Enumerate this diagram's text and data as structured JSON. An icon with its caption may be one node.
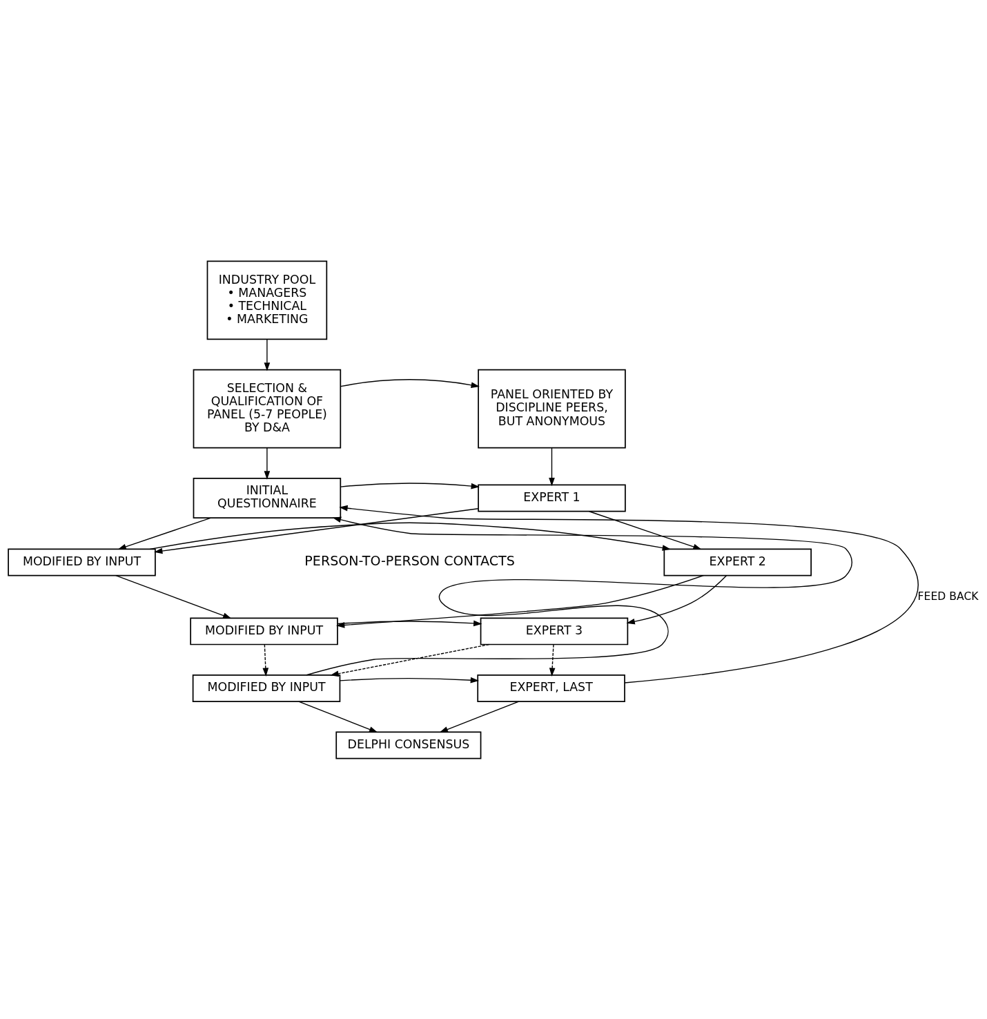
{
  "diagram": {
    "nodes": [
      {
        "text": [
          "INDUSTRY POOL",
          "• MANAGERS",
          "• TECHNICAL",
          "• MARKETING"
        ]
      },
      {
        "text": [
          "SELECTION & QUALIFICATION OF PANEL (5-7 PEOPLE) BY D&A"
        ]
      },
      {
        "text": [
          "PANEL ORIENTED BY DISCIPLINE PEERS, BUT ANONYMOUS"
        ]
      },
      {
        "text": [
          "INITIAL QUESTIONNAIRE"
        ]
      },
      {
        "text": [
          "MODIFIED BY INPUT"
        ]
      },
      {
        "text": [
          "MODIFIED BY INPUT"
        ]
      },
      {
        "text": [
          "MODIFIED BY INPUT"
        ]
      },
      {
        "text": [
          "EXPERT 1"
        ]
      },
      {
        "text": [
          "EXPERT 2"
        ]
      },
      {
        "text": [
          "EXPERT 3"
        ]
      },
      {
        "text": [
          "EXPERT, LAST"
        ]
      },
      {
        "text": [
          "DELPHI CONSENSUS"
        ]
      }
    ],
    "edges": [
      {
        "from": 0,
        "to": 1,
        "arrow": "to"
      },
      {
        "from": 1,
        "to": 2,
        "arrow": "to"
      },
      {
        "from": 1,
        "to": 3,
        "arrow": "to"
      },
      {
        "from": 2,
        "to": 7,
        "arrow": "to"
      },
      {
        "from": 3,
        "to": 7,
        "arrow": "to"
      },
      {
        "from": 7,
        "to": 4,
        "arrow": "to"
      },
      {
        "from": 3,
        "to": 4,
        "arrow": "to"
      },
      {
        "from": 7,
        "to": 8,
        "arrow": "to"
      },
      {
        "from": 4,
        "to": 8,
        "arrow": "to"
      },
      {
        "from": 8,
        "to": 5,
        "arrow": "to"
      },
      {
        "from": 4,
        "to": 5,
        "arrow": "to"
      },
      {
        "from": 8,
        "to": 9,
        "arrow": "to"
      },
      {
        "from": 5,
        "to": 9,
        "arrow": "to"
      },
      {
        "from": 9,
        "to": 6,
        "arrow": "to",
        "style": "dashed"
      },
      {
        "from": 5,
        "to": 6,
        "arrow": "to",
        "style": "dashed"
      },
      {
        "from": 9,
        "to": 10,
        "arrow": "to",
        "style": "dashed"
      },
      {
        "from": 6,
        "to": 10,
        "arrow": "to"
      },
      {
        "from": 10,
        "to": 3,
        "arrow": "to",
        "label": "FEED BACK"
      },
      {
        "from": 6,
        "to": 3,
        "arrow": "to"
      },
      {
        "from": 6,
        "to": 11,
        "arrow": "to"
      },
      {
        "from": 10,
        "to": 11,
        "arrow": "to"
      }
    ],
    "labels": [
      "PERSON-TO-PERSON CONTACTS"
    ]
  }
}
